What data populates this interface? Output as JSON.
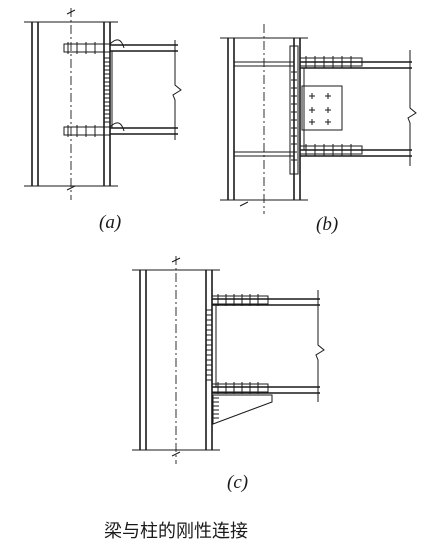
{
  "figure": {
    "labels": {
      "a": "(a)",
      "b": "(b)",
      "c": "(c)"
    },
    "caption": "梁与柱的刚性连接"
  }
}
